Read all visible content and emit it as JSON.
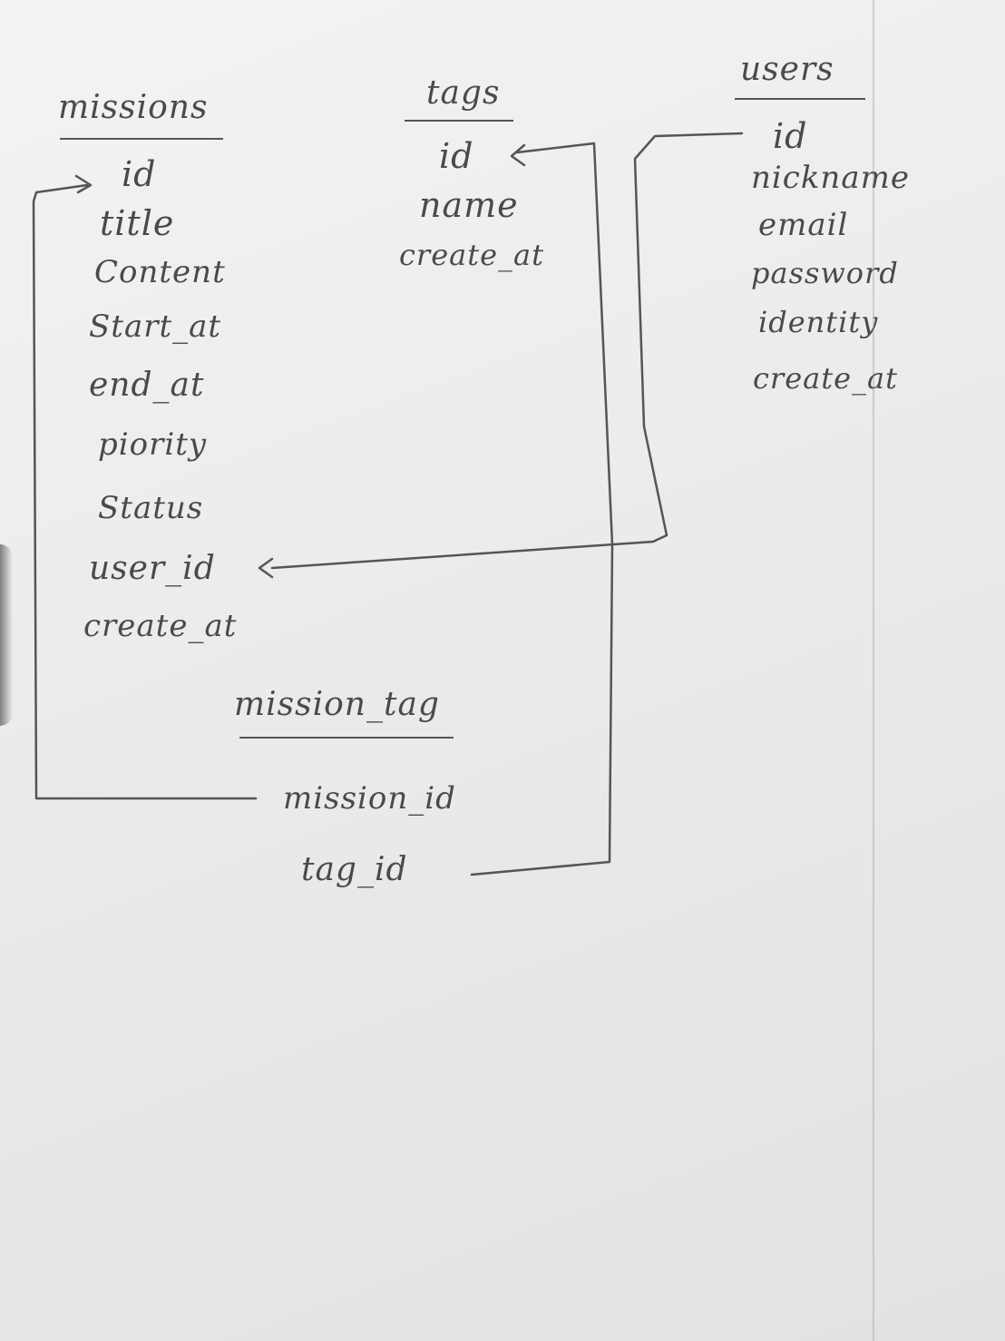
{
  "tables": {
    "missions": {
      "title": "missions",
      "fields": [
        "id",
        "title",
        "Content",
        "Start_at",
        "end_at",
        "piority",
        "Status",
        "user_id",
        "create_at"
      ]
    },
    "tags": {
      "title": "tags",
      "fields": [
        "id",
        "name",
        "create_at"
      ]
    },
    "users": {
      "title": "users",
      "fields": [
        "id",
        "nickname",
        "email",
        "password",
        "identity",
        "create_at"
      ]
    },
    "mission_tag": {
      "title": "mission_tag",
      "fields": [
        "mission_id",
        "tag_id"
      ]
    }
  }
}
